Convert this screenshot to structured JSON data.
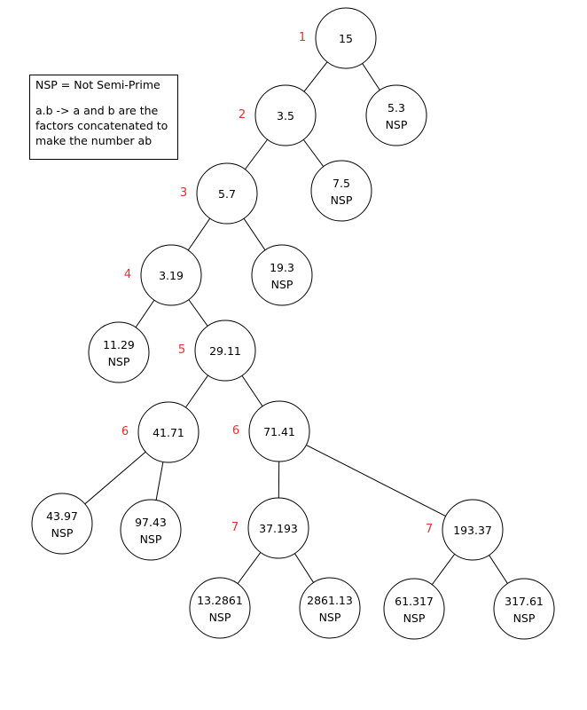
{
  "legend": {
    "line1": "NSP = Not Semi-Prime",
    "line2": "a.b -> a and b are the",
    "line3": "factors concatenated to",
    "line4": "make the number ab"
  },
  "tree": {
    "nsp_label": "NSP",
    "step_color": "#e8302c",
    "nodes": [
      {
        "id": "n15",
        "value": "15",
        "nsp": false,
        "step": "1"
      },
      {
        "id": "n3_5",
        "value": "3.5",
        "nsp": false,
        "step": "2",
        "parent": "n15"
      },
      {
        "id": "n5_3",
        "value": "5.3",
        "nsp": true,
        "parent": "n15"
      },
      {
        "id": "n5_7",
        "value": "5.7",
        "nsp": false,
        "step": "3",
        "parent": "n3_5"
      },
      {
        "id": "n7_5",
        "value": "7.5",
        "nsp": true,
        "parent": "n3_5"
      },
      {
        "id": "n3_19",
        "value": "3.19",
        "nsp": false,
        "step": "4",
        "parent": "n5_7"
      },
      {
        "id": "n19_3",
        "value": "19.3",
        "nsp": true,
        "parent": "n5_7"
      },
      {
        "id": "n11_29",
        "value": "11.29",
        "nsp": true,
        "parent": "n3_19"
      },
      {
        "id": "n29_11",
        "value": "29.11",
        "nsp": false,
        "step": "5",
        "parent": "n3_19"
      },
      {
        "id": "n41_71",
        "value": "41.71",
        "nsp": false,
        "step": "6",
        "parent": "n29_11"
      },
      {
        "id": "n71_41",
        "value": "71.41",
        "nsp": false,
        "step": "6",
        "parent": "n29_11"
      },
      {
        "id": "n43_97",
        "value": "43.97",
        "nsp": true,
        "parent": "n41_71"
      },
      {
        "id": "n97_43",
        "value": "97.43",
        "nsp": true,
        "parent": "n41_71"
      },
      {
        "id": "n37_193",
        "value": "37.193",
        "nsp": false,
        "step": "7",
        "parent": "n71_41"
      },
      {
        "id": "n193_37",
        "value": "193.37",
        "nsp": false,
        "step": "7",
        "parent": "n71_41"
      },
      {
        "id": "n13_2861",
        "value": "13.2861",
        "nsp": true,
        "parent": "n37_193"
      },
      {
        "id": "n2861_13",
        "value": "2861.13",
        "nsp": true,
        "parent": "n37_193"
      },
      {
        "id": "n61_317",
        "value": "61.317",
        "nsp": true,
        "parent": "n193_37"
      },
      {
        "id": "n317_61",
        "value": "317.61",
        "nsp": true,
        "parent": "n193_37"
      }
    ]
  }
}
